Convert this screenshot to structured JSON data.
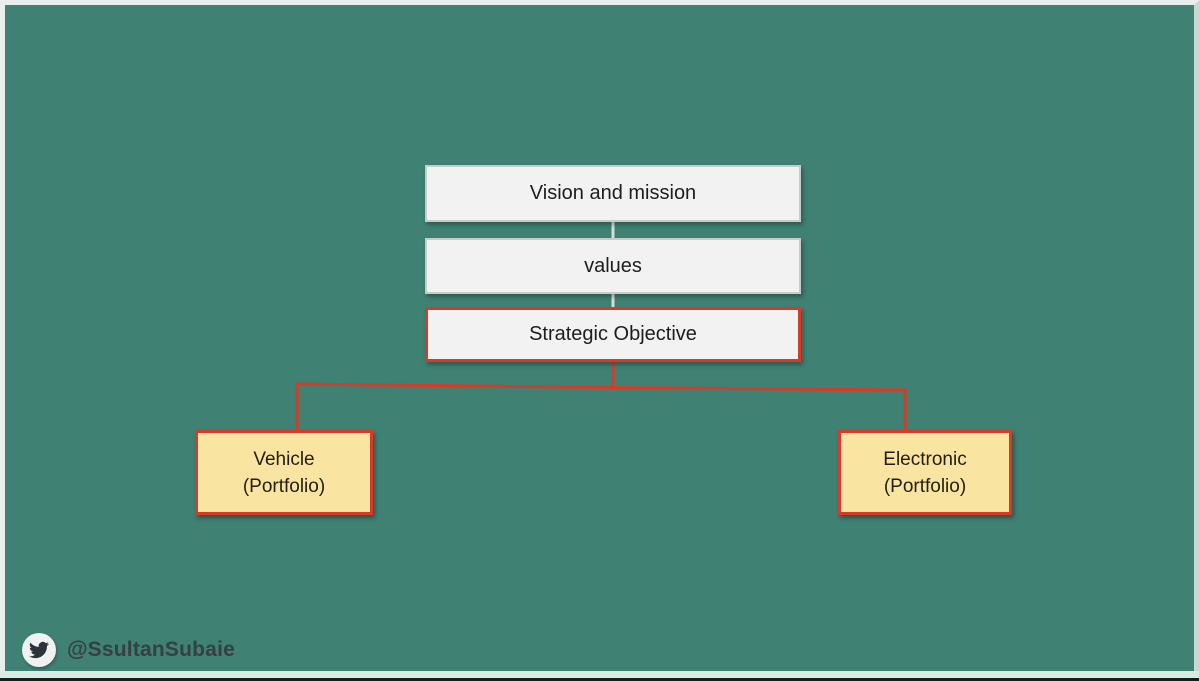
{
  "slide": {
    "background_color": "#3f8173",
    "accent_red": "#d93a28",
    "box_fill_light": "#f2f2f2",
    "box_fill_yellow": "#fae4a2",
    "levels": [
      {
        "label": "Vision and mission"
      },
      {
        "label": "values"
      },
      {
        "label": "Strategic Objective"
      }
    ],
    "portfolios": [
      {
        "line1": "Vehicle",
        "line2": "(Portfolio)"
      },
      {
        "line1": "Electronic",
        "line2": "(Portfolio)"
      }
    ]
  },
  "footer": {
    "handle": "@SsultanSubaie",
    "icon": "twitter-icon"
  }
}
